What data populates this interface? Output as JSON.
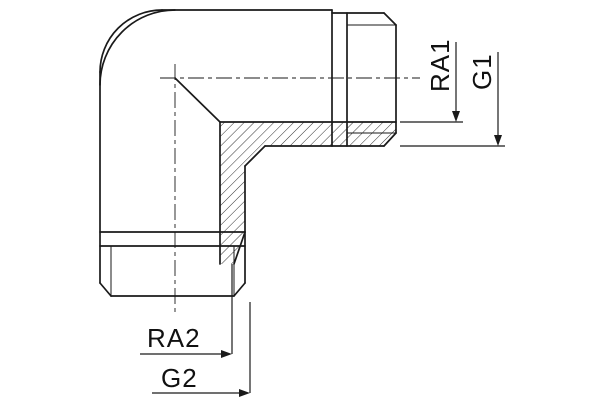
{
  "drawing": {
    "kind": "technical-drawing",
    "subject": "90-degree elbow threaded pipe fitting shown in half-section with hatched cut walls, dash-dot centerlines and thread detail",
    "view": "side elevation, half section",
    "colors": {
      "line": "#1a1a1a",
      "background": "#ffffff",
      "hatch": "#1a1a1a"
    }
  },
  "labels": {
    "ra1": "RA1",
    "g1": "G1",
    "ra2": "RA2",
    "g2": "G2"
  }
}
